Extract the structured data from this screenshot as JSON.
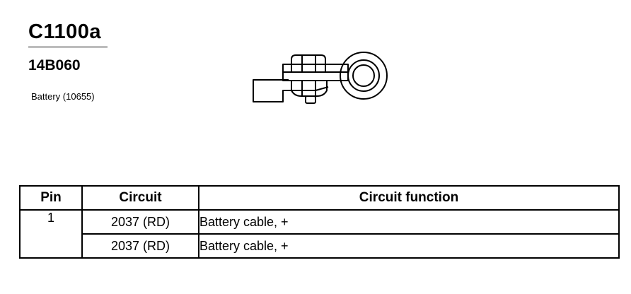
{
  "header": {
    "connector_id": "C1100a",
    "part_number": "14B060",
    "component": "Battery (10655)"
  },
  "table": {
    "headers": {
      "pin": "Pin",
      "circuit": "Circuit",
      "function": "Circuit function"
    },
    "rows": [
      {
        "pin": "1",
        "circuit": "2037 (RD)",
        "function": "Battery cable, +"
      },
      {
        "pin": "",
        "circuit": "2037 (RD)",
        "function": "Battery cable, +"
      }
    ]
  }
}
